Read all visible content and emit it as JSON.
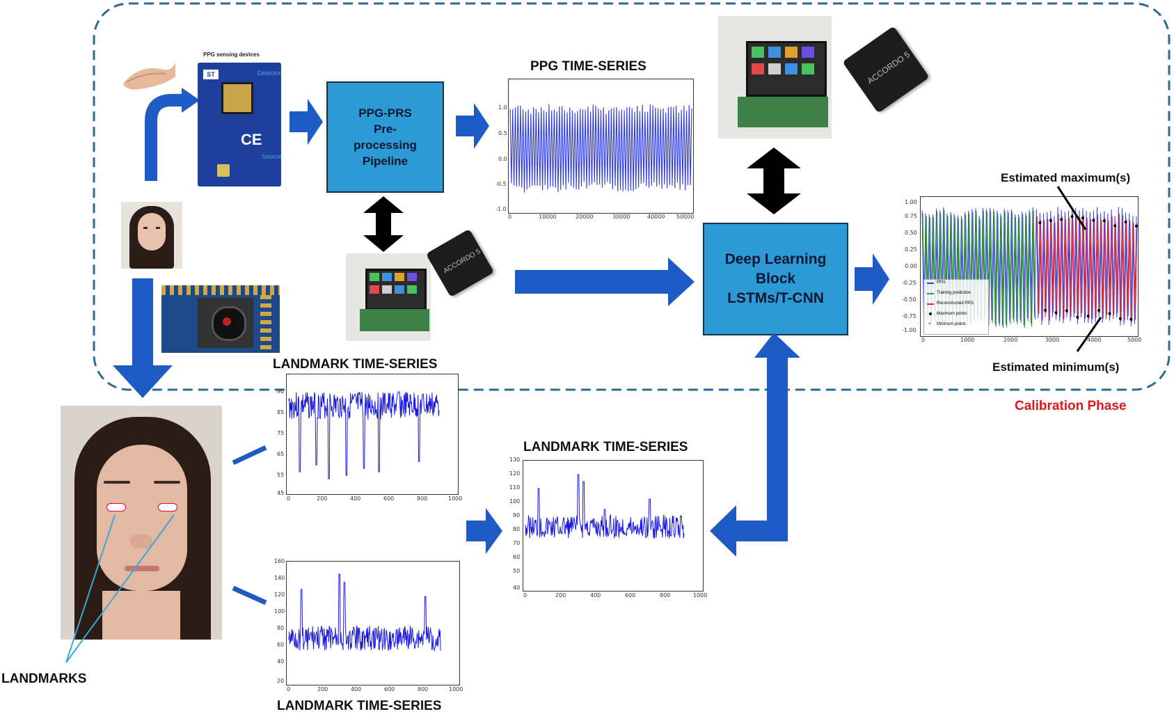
{
  "calibration": {
    "label": "Calibration Phase",
    "color": "#d81a1a",
    "border_color": "#2a6b8f"
  },
  "boxes": {
    "preprocessing": {
      "lines": [
        "PPG-PRS",
        "Pre-",
        "processing",
        "Pipeline"
      ]
    },
    "deep_learning": {
      "lines": [
        "Deep Learning",
        "Block",
        "LSTMs/T-CNN"
      ]
    }
  },
  "titles": {
    "ppg": "PPG TIME-SERIES",
    "landmark_top": "LANDMARK   TIME-SERIES",
    "landmark_mid": "LANDMARK   TIME-SERIES",
    "landmark_bottom": "LANDMARK   TIME-SERIES",
    "landmarks": "LANDMARKS"
  },
  "annotations": {
    "max": "Estimated maximum(s)",
    "min": "Estimated minimum(s)"
  },
  "sensor_card": {
    "title": "PPG sensing devices",
    "detector": "Detector",
    "source": "Source",
    "brand": "ST"
  },
  "chip_text": "ACCORDO 5",
  "accent_blue": "#1f5bc4",
  "plots": {
    "ppg": {
      "yticks": [
        "1.0",
        "0.5",
        "0.0",
        "-0.5",
        "-1.0"
      ],
      "xticks": [
        "0",
        "10000",
        "20000",
        "30000",
        "40000",
        "50000"
      ]
    },
    "lm_top": {
      "yticks": [
        "90",
        "85",
        "75",
        "65",
        "55",
        "45"
      ],
      "xticks": [
        "0",
        "200",
        "400",
        "600",
        "800",
        "1000"
      ]
    },
    "lm_mid": {
      "yticks": [
        "130",
        "120",
        "110",
        "100",
        "90",
        "80",
        "70",
        "60",
        "50",
        "40"
      ],
      "xticks": [
        "0",
        "200",
        "400",
        "600",
        "800",
        "1000"
      ]
    },
    "lm_bot": {
      "yticks": [
        "160",
        "140",
        "120",
        "100",
        "80",
        "60",
        "40",
        "20"
      ],
      "xticks": [
        "0",
        "200",
        "400",
        "600",
        "800",
        "1000"
      ]
    },
    "output": {
      "yticks": [
        "1.00",
        "0.75",
        "0.50",
        "0.25",
        "0.00",
        "-0.25",
        "-0.50",
        "-0.75",
        "-1.00"
      ],
      "xticks": [
        "0",
        "1000",
        "2000",
        "3000",
        "4000",
        "5000"
      ],
      "legend": [
        "PPG",
        "Training prediction",
        "Reconstructed PPG",
        "Maximum points",
        "Minimum points"
      ]
    }
  }
}
